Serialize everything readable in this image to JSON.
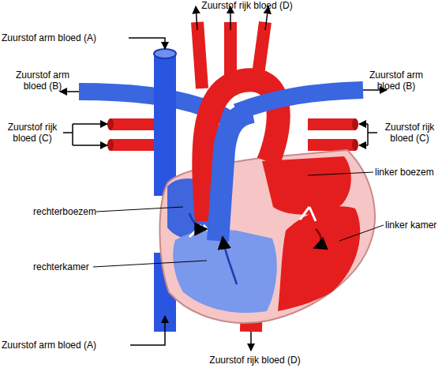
{
  "diagram": {
    "labels": [
      "Zuurstof rijk bloed (D)",
      "Zuurstof arm bloed (A)",
      "Zuurstof arm bloed (B)",
      "Zuurstof arm bloed (B)",
      "Zuurstof rijk bloed (C)",
      "Zuurstof rijk bloed (C)",
      "linker boezem",
      "rechterboezem",
      "linker kamer",
      "rechterkamer",
      "Zuurstof arm bloed (A)",
      "Zuurstof rijk bloed (D)"
    ]
  }
}
